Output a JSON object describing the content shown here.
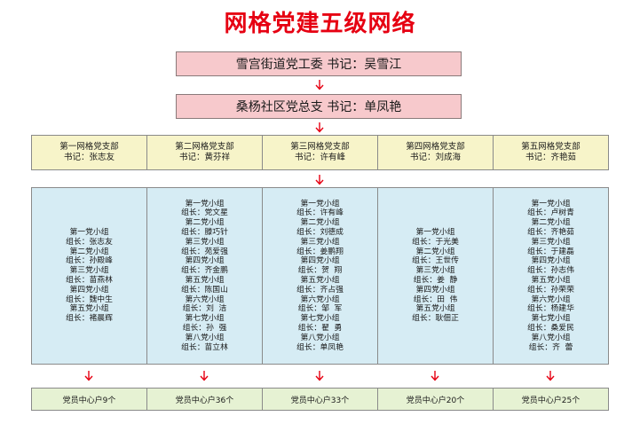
{
  "title": "网格党建五级网络",
  "level1": "雪宫街道党工委  书记：吴雪江",
  "level2": "桑杨社区党总支  书记：单凤艳",
  "branches": [
    {
      "name": "第一网格党支部",
      "secretary": "书记：张志友"
    },
    {
      "name": "第二网格党支部",
      "secretary": "书记：黄芬祥"
    },
    {
      "name": "第三网格党支部",
      "secretary": "书记：许有峰"
    },
    {
      "name": "第四网格党支部",
      "secretary": "书记：刘成海"
    },
    {
      "name": "第五网格党支部",
      "secretary": "书记：齐艳茹"
    }
  ],
  "groups": [
    [
      "第一党小组",
      "组长：张志友",
      "第二党小组",
      "组长：孙殿峰",
      "第三党小组",
      "组长：苗燕林",
      "第四党小组",
      "组长：魏中生",
      "第五党小组",
      "组长：褚晨辉"
    ],
    [
      "第一党小组",
      "组长：党文星",
      "第二党小组",
      "组长：滕巧针",
      "第三党小组",
      "组长：苑爱强",
      "第四党小组",
      "组长：齐金鹏",
      "第五党小组",
      "组长：陈国山",
      "第六党小组",
      "组长：刘  洁",
      "第七党小组",
      "组长：孙  强",
      "第八党小组",
      "组长：苗立林"
    ],
    [
      "第一党小组",
      "组长：许有峰",
      "第二党小组",
      "组长：刘德成",
      "第三党小组",
      "组长：姜鹏翔",
      "第四党小组",
      "组长：贺  翔",
      "第五党小组",
      "组长：齐占强",
      "第六党小组",
      "组长：邹  军",
      "第七党小组",
      "组长：翟  勇",
      "第八党小组",
      "组长：单凤艳"
    ],
    [
      "第一党小组",
      "组长：于光美",
      "第二党小组",
      "组长：王世传",
      "第三党小组",
      "组长：姜  静",
      "第四党小组",
      "组长：田  伟",
      "第五党小组",
      "组长：耿佃正"
    ],
    [
      "第一党小组",
      "组长：卢树青",
      "第二党小组",
      "组长：齐艳茹",
      "第三党小组",
      "组长：于建磊",
      "第四党小组",
      "组长：孙志伟",
      "第五党小组",
      "组长：孙荣荣",
      "第六党小组",
      "组长：杨建华",
      "第七党小组",
      "组长：桑爱民",
      "第八党小组",
      "组长：齐  蕾"
    ]
  ],
  "centers": [
    "党员中心户9个",
    "党员中心户36个",
    "党员中心户33个",
    "党员中心户20个",
    "党员中心户25个"
  ],
  "colors": {
    "title": "#e60012",
    "arrow": "#e60012",
    "top_box": "#f7c9cc",
    "branch_box": "#f7f4c9",
    "group_box": "#d6ecf4",
    "center_box": "#e6f2d3"
  }
}
